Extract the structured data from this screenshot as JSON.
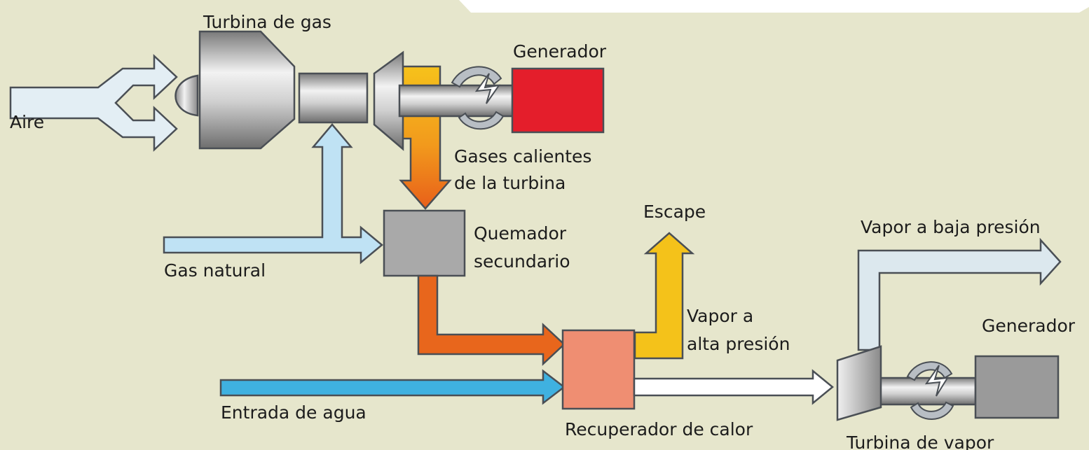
{
  "labels": {
    "gas_turbine": "Turbina de gas",
    "generator_top": "Generador",
    "air": "Aire",
    "hot_gases_1": "Gases calientes",
    "hot_gases_2": "de la turbina",
    "escape": "Escape",
    "natural_gas": "Gas natural",
    "burner_1": "Quemador",
    "burner_2": "secundario",
    "low_pressure_steam": "Vapor a baja presión",
    "high_pressure_1": "Vapor a",
    "high_pressure_2": "alta presión",
    "generator_bottom": "Generador",
    "water_inlet": "Entrada de agua",
    "heat_recovery": "Recuperador de calor",
    "steam_turbine": "Turbina de vapor"
  },
  "colors": {
    "background": "#e6e6cc",
    "generator_top": "#e41e2b",
    "generator_bottom": "#9a9a9a",
    "burner": "#a9a9a9",
    "heat_recovery": "#ef8e72",
    "air_flow": "#e3eef4",
    "natural_gas_flow": "#bfe2f4",
    "water_flow": "#3fb1e0",
    "hot_gas_flow": "#e8661c",
    "exhaust_flow": "#f4c21a",
    "steam_flow": "#ffffff",
    "low_steam_flow": "#dce8ee"
  }
}
